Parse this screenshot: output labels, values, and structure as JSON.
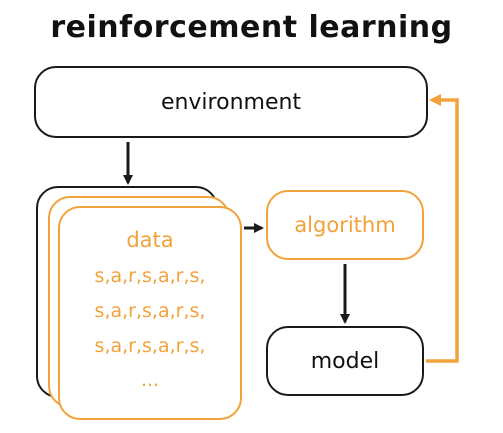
{
  "title": "reinforcement learning",
  "environment": {
    "label": "environment"
  },
  "data_stack": {
    "title": "data",
    "rows": [
      "s,a,r,s,a,r,s,",
      "s,a,r,s,a,r,s,",
      "s,a,r,s,a,r,s,"
    ],
    "ellipsis": "..."
  },
  "algorithm": {
    "label": "algorithm"
  },
  "model": {
    "label": "model"
  },
  "colors": {
    "accent": "#f2a23a",
    "ink": "#1a1a1a"
  }
}
